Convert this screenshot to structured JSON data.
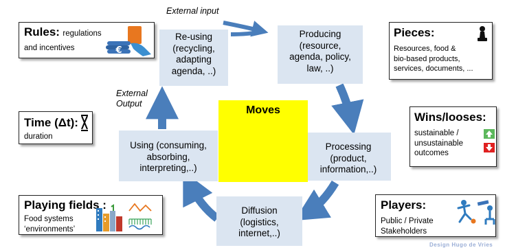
{
  "cycle": {
    "center_label": "Moves",
    "external_input": "External input",
    "external_output": "External\nOutput",
    "nodes": [
      {
        "label": "Producing\n(resource,\nagenda, policy,\nlaw, ..)"
      },
      {
        "label": "Processing\n(product,\ninformation,..)"
      },
      {
        "label": "Diffusion\n(logistics,\ninternet,..)"
      },
      {
        "label": "Using (consuming,\nabsorbing,\ninterpreting,..)"
      },
      {
        "label": "Re-using\n(recycling,\nadapting\nagenda, ..)"
      }
    ]
  },
  "cards": {
    "rules": {
      "title": "Rules:",
      "inline": "regulations",
      "body": "and incentives",
      "icons": [
        "hand-icon",
        "euro-coin-stack-icon"
      ]
    },
    "time": {
      "title": "Time (Δt):",
      "body": "duration",
      "icons": [
        "hourglass-icon"
      ]
    },
    "playing_fields": {
      "title": "Playing fields :",
      "body": "Food systems\n‘environments’",
      "icons": [
        "city-icon",
        "field-icon",
        "water-icon"
      ]
    },
    "pieces": {
      "title": "Pieces:",
      "body": "Resources, food &\n bio-based products,\nservices, documents, ...",
      "icons": [
        "chess-pawn-icon"
      ]
    },
    "wins": {
      "title": "Wins/looses:",
      "body": "sustainable /\nunsustainable\noutcomes",
      "icons": [
        "arrow-up-icon",
        "arrow-down-icon"
      ]
    },
    "players": {
      "title": "Players:",
      "body": "Public / Private\nStakeholders",
      "icons": [
        "player-kicking-icon",
        "player-telescope-icon"
      ]
    }
  },
  "credit": "Design Hugo de Vries",
  "colors": {
    "arrow": "#4a7ebb",
    "node_fill": "#dbe5f1",
    "moves_fill": "#ffff00",
    "win_up": "#5cb85c",
    "win_down": "#e02020"
  }
}
